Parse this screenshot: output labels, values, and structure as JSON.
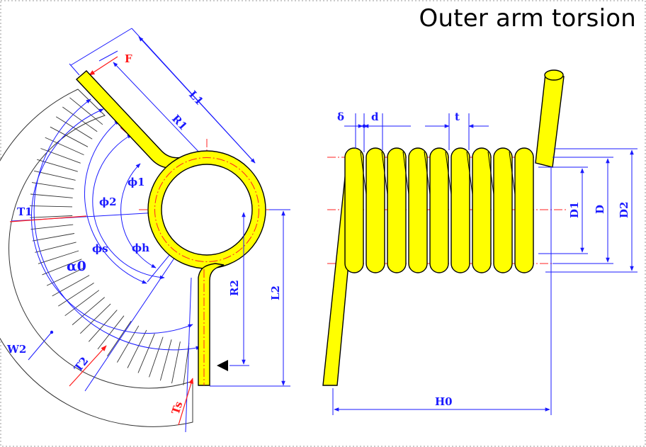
{
  "title": "Outer arm torsion",
  "colors": {
    "spring": "#ffff00",
    "outline": "#000000",
    "dimension": "#1a1aff",
    "centerline": "#ff2020",
    "force": "#ff1a1a"
  },
  "labels": {
    "F": "F",
    "L1": "L1",
    "R1": "R1",
    "phi1": "ϕ1",
    "phi2": "ϕ2",
    "phis": "ϕs",
    "phih": "ϕh",
    "alpha0": "α0",
    "T1": "T1",
    "T2": "T2",
    "Ts": "Ts",
    "W2": "W2",
    "R2": "R2",
    "L2": "L2",
    "delta": "δ",
    "d": "d",
    "t": "t",
    "D1": "D1",
    "D": "D",
    "D2": "D2",
    "H0": "H0"
  }
}
